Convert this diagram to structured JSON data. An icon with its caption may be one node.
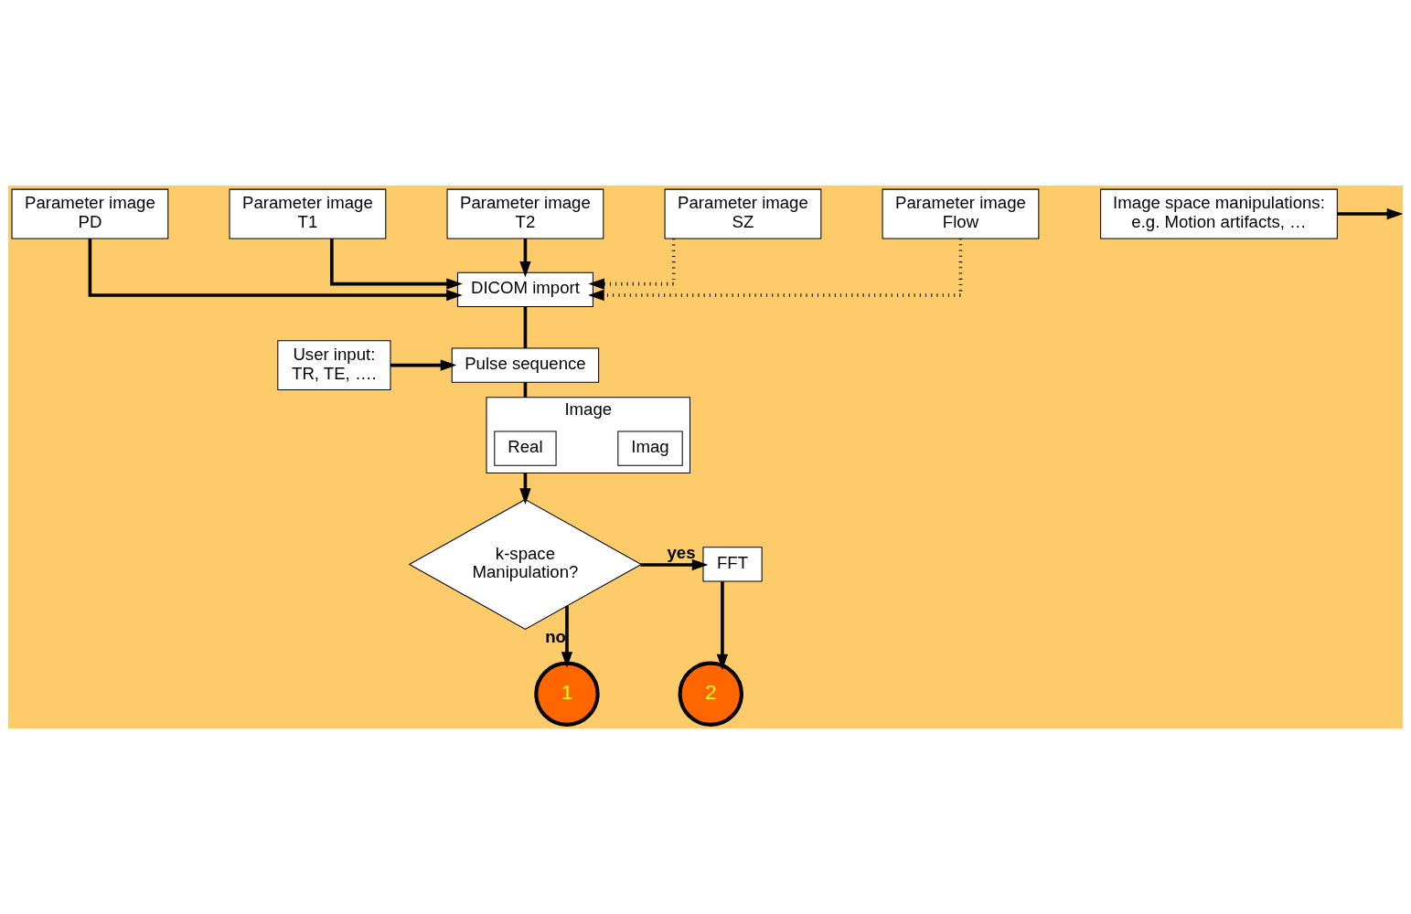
{
  "diagram": {
    "nodes": [
      {
        "text": [
          "Parameter image PD"
        ]
      },
      {
        "text": [
          "Parameter image T1"
        ]
      },
      {
        "text": [
          "Parameter image T2"
        ]
      },
      {
        "text": [
          "Parameter image SZ"
        ]
      },
      {
        "text": [
          "Parameter image Flow"
        ]
      },
      {
        "text": [
          "DICOM import"
        ]
      },
      {
        "text": [
          "User input: TR, TE, …."
        ]
      },
      {
        "text": [
          "Pulse sequence"
        ]
      },
      {
        "text": [
          "Image space manipulations: e.g. Motion artifacts, …"
        ]
      },
      {
        "text": [
          "Image"
        ]
      },
      {
        "text": [
          "Real"
        ],
        "in": 9
      },
      {
        "text": [
          "Imag"
        ],
        "in": 9
      },
      {
        "text": [
          "k-space Manipulation?"
        ]
      },
      {
        "text": [
          "FFT"
        ]
      },
      {
        "text": [
          "1"
        ]
      },
      {
        "text": [
          "2"
        ]
      }
    ],
    "edges": [
      {
        "from": 0,
        "to": 5,
        "arrow": "to"
      },
      {
        "from": 1,
        "to": 5,
        "arrow": "to"
      },
      {
        "from": 2,
        "to": 5,
        "arrow": "to"
      },
      {
        "from": 3,
        "to": 5,
        "arrow": "to",
        "style": "dashed"
      },
      {
        "from": 4,
        "to": 5,
        "arrow": "to",
        "style": "dashed"
      },
      {
        "from": 5,
        "to": 7,
        "arrow": "none"
      },
      {
        "from": 6,
        "to": 7,
        "arrow": "to"
      },
      {
        "from": 7,
        "to": 9,
        "arrow": "none"
      },
      {
        "from": 8,
        "to": null,
        "arrow": "to"
      },
      {
        "from": 9,
        "to": 12,
        "arrow": "to"
      },
      {
        "from": 12,
        "to": 14,
        "arrow": "to",
        "label": "no"
      },
      {
        "from": 12,
        "to": 13,
        "arrow": "to",
        "label": "yes"
      },
      {
        "from": 13,
        "to": 15,
        "arrow": "to"
      }
    ]
  }
}
